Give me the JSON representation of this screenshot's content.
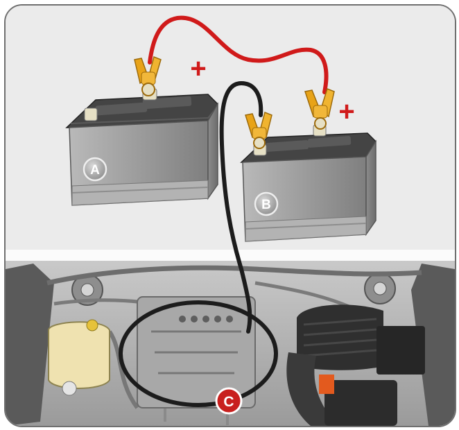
{
  "labels": {
    "battery_a": "A",
    "battery_b": "B",
    "ground_point": "C",
    "plus_a": "+",
    "plus_b": "+"
  },
  "colors": {
    "background": "#ebebeb",
    "positive_cable": "#d01a1a",
    "negative_cable": "#1c1c1c",
    "clamp": "#e8a318",
    "battery_body": "#9a9a9a",
    "battery_top": "#3c3c3c",
    "ground_marker": "#c8201e"
  },
  "icons": {
    "positive": "plus-sign",
    "clamp": "crocodile-clip-icon"
  }
}
